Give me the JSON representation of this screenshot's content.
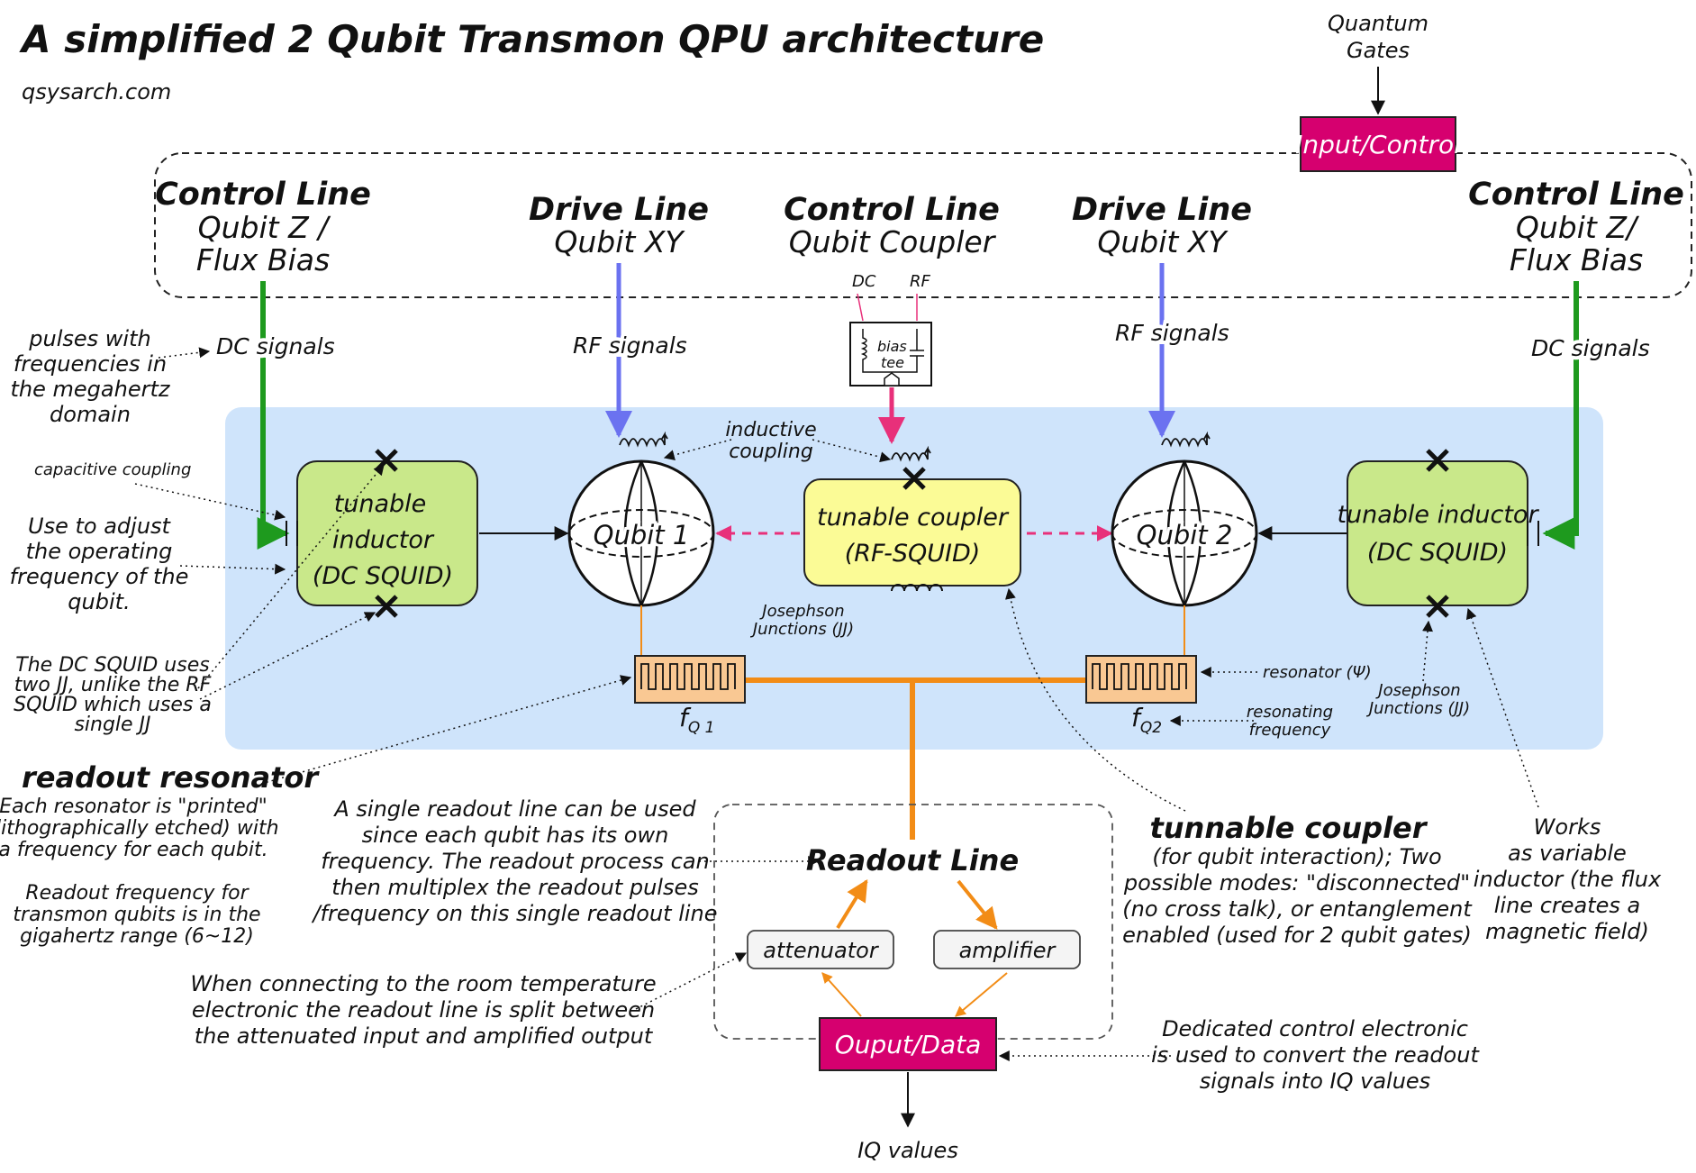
{
  "title": "A simplified 2 Qubit Transmon QPU architecture",
  "site": "qsysarch.com",
  "quantum_gates": [
    "Quantum",
    "Gates"
  ],
  "input_control": "Input/Control",
  "output_data": "Ouput/Data",
  "iq_values": "IQ values",
  "colors": {
    "magenta": "#d6006f",
    "green_line": "#1e9a1e",
    "blue_line": "#6b72f0",
    "pink_line": "#e8307a",
    "orange_line": "#f28c16",
    "chip_bg": "#cfe4fb",
    "green_box": "#c9e88a",
    "yellow_box": "#fbfb96",
    "resonator": "#f9c893"
  },
  "headers": {
    "left_control": {
      "bold": "Control Line",
      "lines": [
        "Qubit Z /",
        "Flux Bias"
      ]
    },
    "drive_1": {
      "bold": "Drive Line",
      "lines": [
        "Qubit XY"
      ]
    },
    "coupler_control": {
      "bold": "Control Line",
      "lines": [
        "Qubit Coupler"
      ]
    },
    "drive_2": {
      "bold": "Drive Line",
      "lines": [
        "Qubit XY"
      ]
    },
    "right_control": {
      "bold": "Control Line",
      "lines": [
        "Qubit Z/",
        "Flux Bias"
      ]
    }
  },
  "signals": {
    "dc_left": "DC signals",
    "rf_1": "RF signals",
    "rf_2": "RF signals",
    "dc_right": "DC signals",
    "dc_small": "DC",
    "rf_small": "RF",
    "bias_tee": [
      "bias",
      "tee"
    ]
  },
  "boxes": {
    "tunable_inductor_left": [
      "tunable",
      "inductor",
      "(DC SQUID)"
    ],
    "tunable_coupler": [
      "tunable coupler",
      "(RF-SQUID)"
    ],
    "tunable_inductor_right": [
      "tunable inductor",
      "(DC SQUID)"
    ],
    "qubit_1": "Qubit 1",
    "qubit_2": "Qubit 2",
    "attenuator": "attenuator",
    "amplifier": "amplifier",
    "readout_line": "Readout Line"
  },
  "freqs": {
    "q1": {
      "main": "f",
      "sub": "Q 1"
    },
    "q2": {
      "main": "f",
      "sub": "Q2"
    }
  },
  "annotations": {
    "pulses": [
      "pulses with",
      "frequencies in",
      "the megahertz",
      "domain"
    ],
    "capacitive": "capacitive coupling",
    "adjust": [
      "Use to adjust",
      "the operating",
      "frequency of the",
      "qubit."
    ],
    "dc_squid_note": [
      "The DC SQUID uses",
      "two JJ, unlike the RF",
      "SQUID which uses a",
      "single JJ"
    ],
    "inductive": [
      "inductive",
      "coupling"
    ],
    "jj_center": [
      "Josephson",
      "Junctions (JJ)"
    ],
    "jj_right": [
      "Josephson",
      "Junctions (JJ)"
    ],
    "resonator": "resonator (Ψ)",
    "resonating": [
      "resonating",
      "frequency"
    ],
    "readout_resonator_title": "readout resonator",
    "readout_resonator_body": [
      "Each resonator is \"printed\"",
      "(lithographically etched) with",
      "a frequency for each qubit."
    ],
    "readout_freq": [
      "Readout frequency for",
      "transmon qubits is in the",
      "gigahertz range (6~12)"
    ],
    "single_readout": [
      "A single readout line can be used",
      "since each qubit has its own",
      "frequency. The readout process can",
      "then multiplex the readout pulses",
      "/frequency on this single readout line"
    ],
    "room_temp": [
      "When connecting to the room temperature",
      "electronic the readout line is split between",
      "the attenuated input and amplified output"
    ],
    "tunnable_coupler_title": "tunnable coupler",
    "tunnable_coupler_body": [
      "(for qubit interaction); Two",
      "possible modes:  \"disconnected\"",
      "(no cross talk), or entanglement",
      "enabled (used for 2 qubit gates)"
    ],
    "variable_inductor": [
      "Works",
      "as variable",
      "inductor (the flux",
      "line creates a",
      "magnetic field)"
    ],
    "dedicated": [
      "Dedicated control electronic",
      "is used to convert the readout",
      "signals into IQ values"
    ]
  }
}
